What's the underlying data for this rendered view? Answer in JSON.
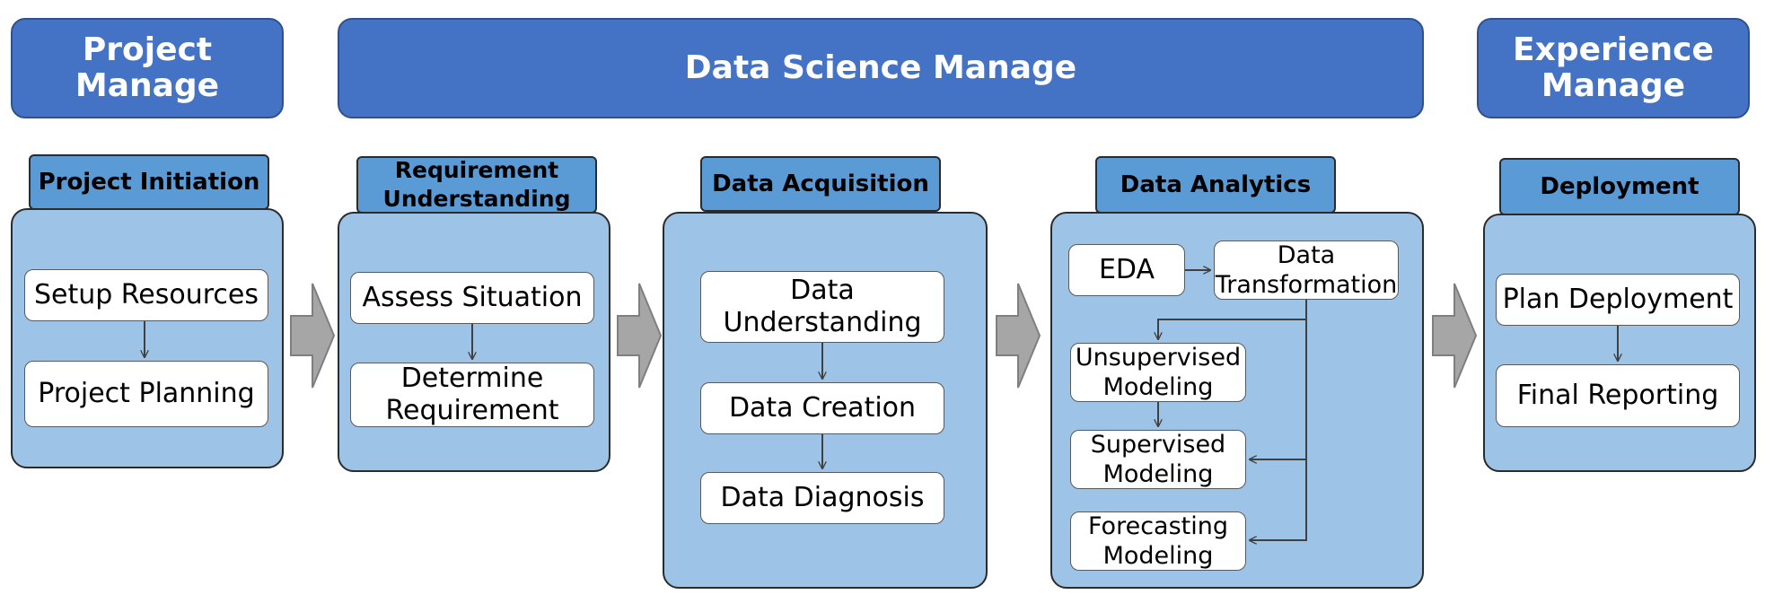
{
  "headers": {
    "project": "Project Manage",
    "data_science": "Data Science Manage",
    "experience": "Experience\nManage"
  },
  "stages": {
    "initiation": {
      "title": "Project Initiation",
      "steps": [
        "Setup Resources",
        "Project Planning"
      ]
    },
    "requirement": {
      "title": "Requirement\nUnderstanding",
      "steps": [
        "Assess Situation",
        "Determine\nRequirement"
      ]
    },
    "acquisition": {
      "title": "Data Acquisition",
      "steps": [
        "Data\nUnderstanding",
        "Data Creation",
        "Data Diagnosis"
      ]
    },
    "analytics": {
      "title": "Data Analytics",
      "steps": [
        "EDA",
        "Data\nTransformation",
        "Unsupervised\nModeling",
        "Supervised\nModeling",
        "Forecasting\nModeling"
      ]
    },
    "deployment": {
      "title": "Deployment",
      "steps": [
        "Plan Deployment",
        "Final Reporting"
      ]
    }
  },
  "colors": {
    "header": "#4472c4",
    "panel": "#9dc3e6",
    "title_box": "#5b9bd5",
    "flow_arrow": "#a6a6a6"
  }
}
